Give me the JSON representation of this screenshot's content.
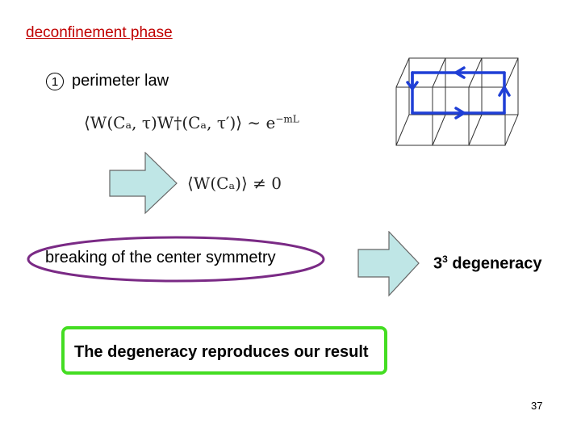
{
  "slide": {
    "title": "deconfinement phase",
    "item_number": "1",
    "item_label": "perimeter law",
    "equation_correlator": "⟨W(Cₐ, τ)W†(Cₐ, τ′)⟩ ∼ e",
    "equation_exponent": "−mL",
    "equation_vev": "⟨W(Cₐ)⟩ ≠ 0",
    "breaking_text": "breaking of the center symmetry",
    "degeneracy_base": "3",
    "degeneracy_exp": "3",
    "degeneracy_word": " degeneracy",
    "conclusion": "The degeneracy reproduces our result",
    "page_number": "37"
  },
  "colors": {
    "title": "#c00000",
    "arrow_fill": "#bfe6e6",
    "ellipse_stroke": "#7a2a85",
    "box_border": "#44dd22",
    "loop_blue": "#1f3fd6"
  },
  "icons": [
    "block-arrow-right",
    "lattice-cube-diagram"
  ]
}
